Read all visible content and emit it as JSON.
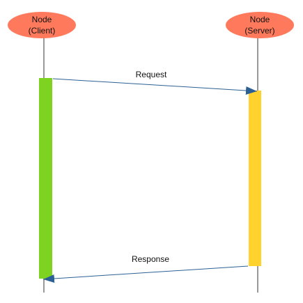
{
  "diagram": {
    "actors": {
      "client": {
        "line1": "Node",
        "line2": "(Client)"
      },
      "server": {
        "line1": "Node",
        "line2": "(Server)"
      }
    },
    "messages": {
      "request": {
        "label": "Request"
      },
      "response": {
        "label": "Response"
      }
    }
  },
  "colors": {
    "node_fill": "#FF7A5C",
    "client_activation": "#7ED321",
    "server_activation": "#FFD22E",
    "arrow": "#2C6094",
    "lifeline": "#333333"
  }
}
